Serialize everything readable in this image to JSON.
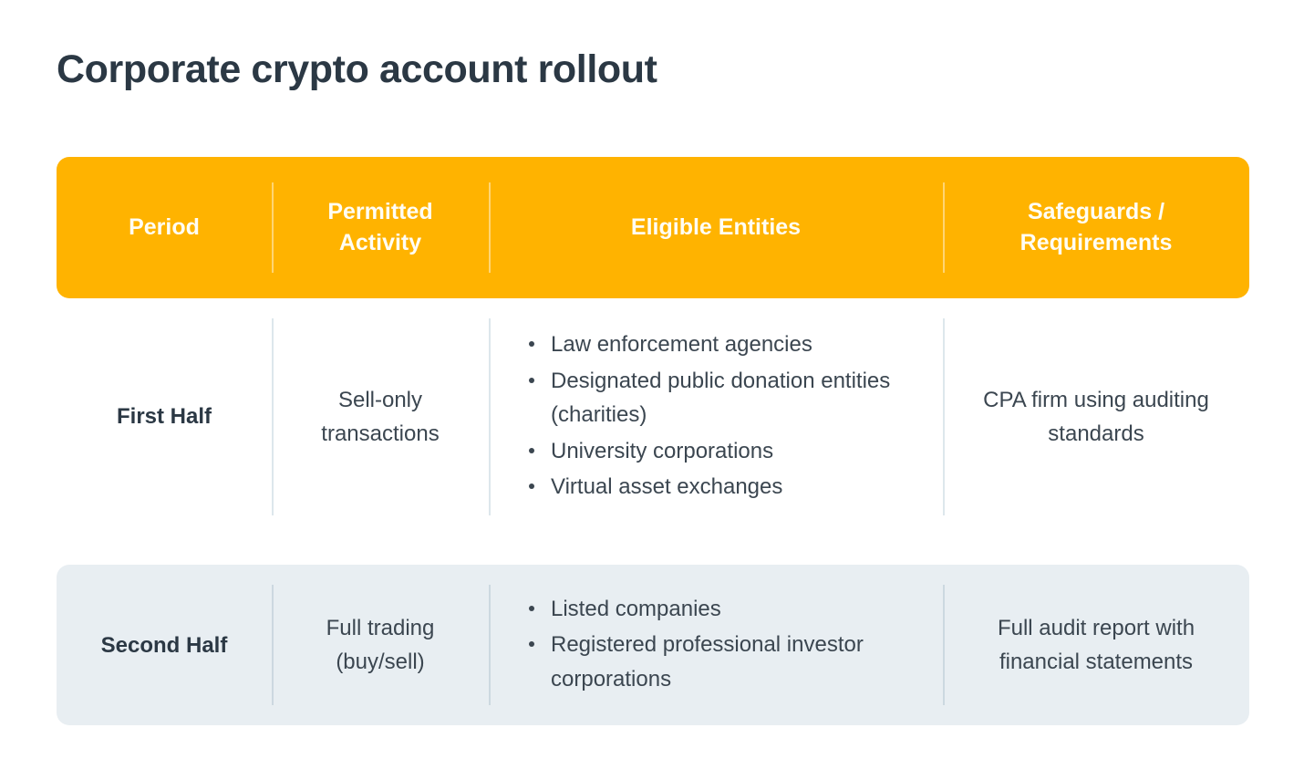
{
  "title": "Corporate crypto account rollout",
  "colors": {
    "header_background": "#ffb300",
    "header_text": "#fffdf4",
    "row_tint_background": "#e8eef2",
    "body_text": "#3b4650",
    "heading_text": "#2b3844",
    "divider": "#dde7ec",
    "page_background": "#ffffff"
  },
  "table": {
    "columns": [
      {
        "key": "period",
        "label": "Period"
      },
      {
        "key": "activity",
        "label": "Permitted Activity"
      },
      {
        "key": "entities",
        "label": "Eligible Entities"
      },
      {
        "key": "safeguards",
        "label": "Safeguards / Requirements"
      }
    ],
    "header": {
      "period": "Period",
      "activity_line1": "Permitted",
      "activity_line2": "Activity",
      "entities": "Eligible Entities",
      "safeguards_line1": "Safeguards /",
      "safeguards_line2": "Requirements"
    },
    "rows": [
      {
        "period": "First Half",
        "activity": "Sell-only transactions",
        "entities": [
          "Law enforcement agencies",
          "Designated public donation entities (charities)",
          "University corporations",
          "Virtual asset exchanges"
        ],
        "safeguards": "CPA firm using auditing standards",
        "tinted": false
      },
      {
        "period": "Second Half",
        "activity": "Full trading (buy/sell)",
        "entities": [
          "Listed companies",
          "Registered professional investor corporations"
        ],
        "safeguards": "Full audit report with financial statements",
        "tinted": true
      }
    ]
  }
}
